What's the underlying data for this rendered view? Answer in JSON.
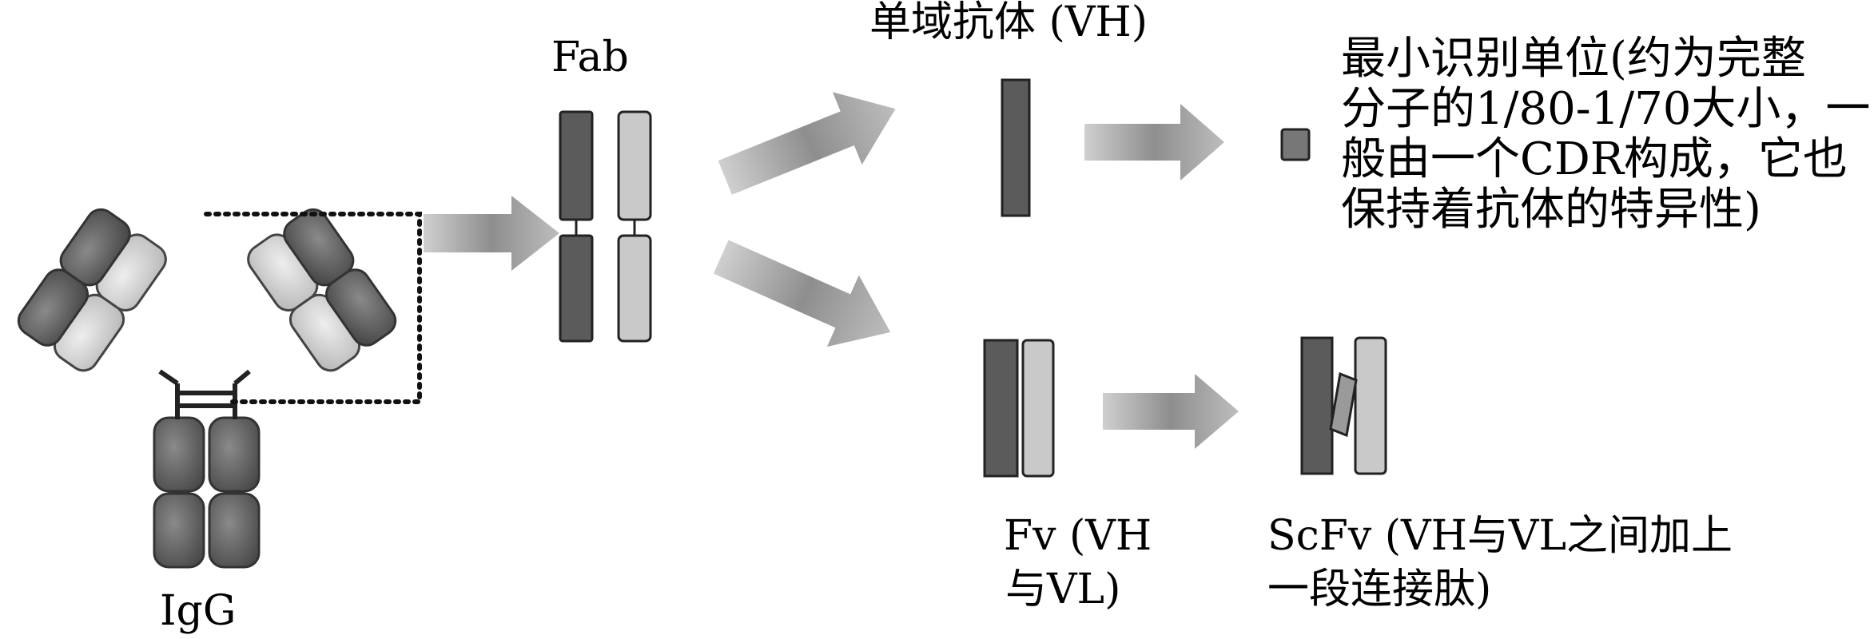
{
  "labels": {
    "igg": "IgG",
    "fab": "Fab",
    "single_domain": "单域抗体 (VH)",
    "fv_line1": "Fv (VH",
    "fv_line2": "与VL)",
    "scfv_line1": "ScFv (VH与VL之间加上",
    "scfv_line2": "一段连接肽)"
  },
  "note": {
    "lines": [
      "最小识别单位(约为完整",
      "分子的1/80-1/70大小，一",
      "般由一个CDR构成，它也",
      "保持着抗体的特异性)"
    ]
  },
  "colors": {
    "heavy_chain": "#5b5b5b",
    "light_chain": "#c9c9c9",
    "arrow": "#8a8a8a",
    "outline": "#222222"
  }
}
